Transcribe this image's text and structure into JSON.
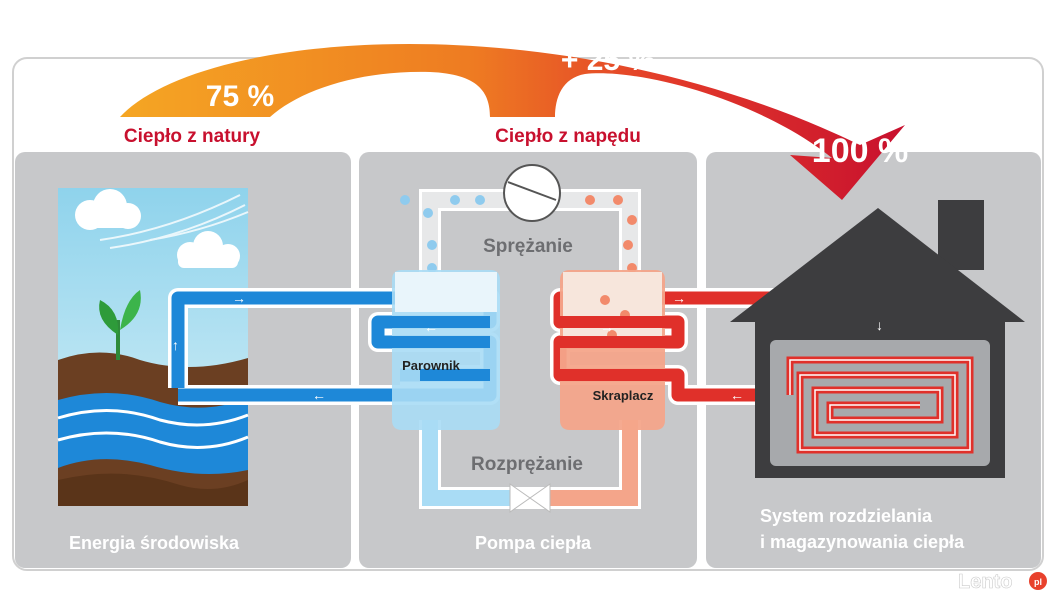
{
  "arrow": {
    "nature_percent": "75 %",
    "drive_percent": "+ 25 %",
    "total_percent": "100 %",
    "nature_label": "Ciepło z natury",
    "drive_label": "Ciepło z napędu"
  },
  "pump": {
    "compression": "Sprężanie",
    "evaporator": "Parownik",
    "condenser": "Skraplacz",
    "expansion": "Rozprężanie"
  },
  "panels": {
    "environment": "Energia środowiska",
    "heat_pump": "Pompa ciepła",
    "system_line1": "System rozdzielania",
    "system_line2": "i magazynowania ciepła"
  },
  "watermark": {
    "brand": "Lento",
    "tld": "pl"
  },
  "colors": {
    "cold": "#1e88d8",
    "hot": "#e0302a",
    "panel": "#c7c8ca",
    "house": "#3d3d3f"
  }
}
